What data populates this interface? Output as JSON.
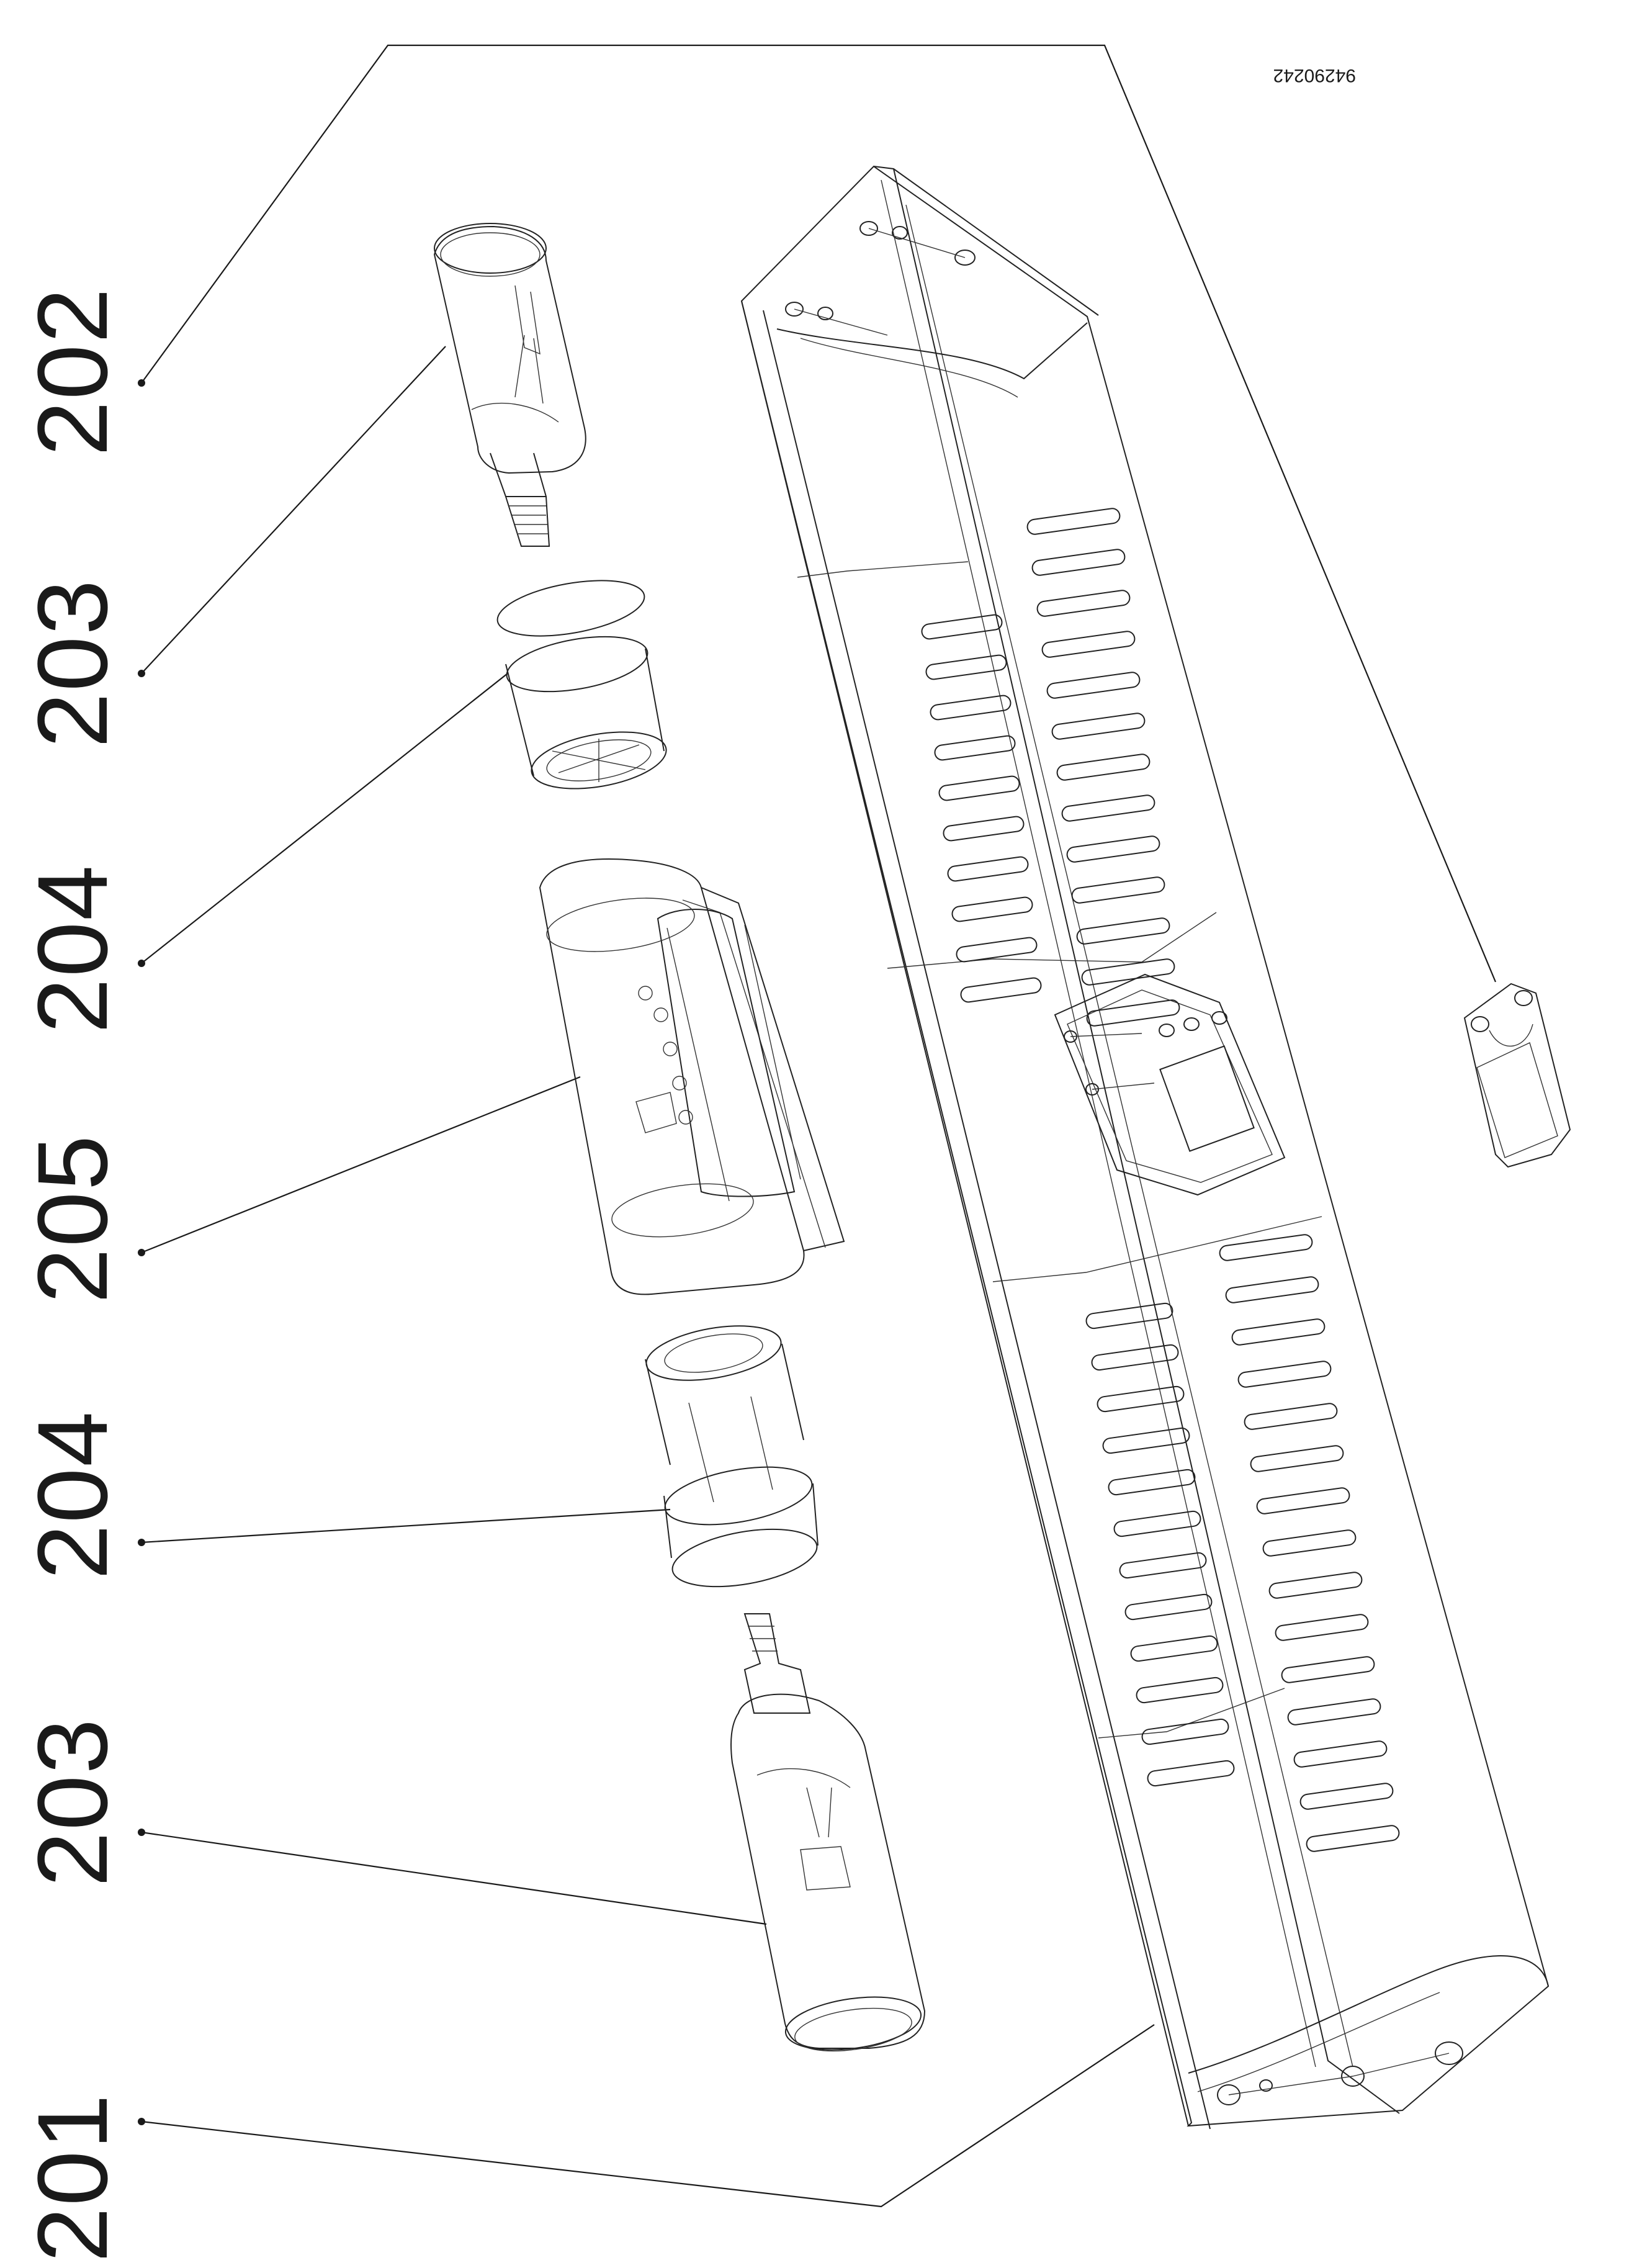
{
  "drawing": {
    "document_code": "94290242",
    "callouts": [
      {
        "id": "c202a",
        "label": "202"
      },
      {
        "id": "c203a",
        "label": "203"
      },
      {
        "id": "c204a",
        "label": "204"
      },
      {
        "id": "c205",
        "label": "205"
      },
      {
        "id": "c204b",
        "label": "204"
      },
      {
        "id": "c203b",
        "label": "203"
      },
      {
        "id": "c201",
        "label": "201"
      }
    ]
  }
}
